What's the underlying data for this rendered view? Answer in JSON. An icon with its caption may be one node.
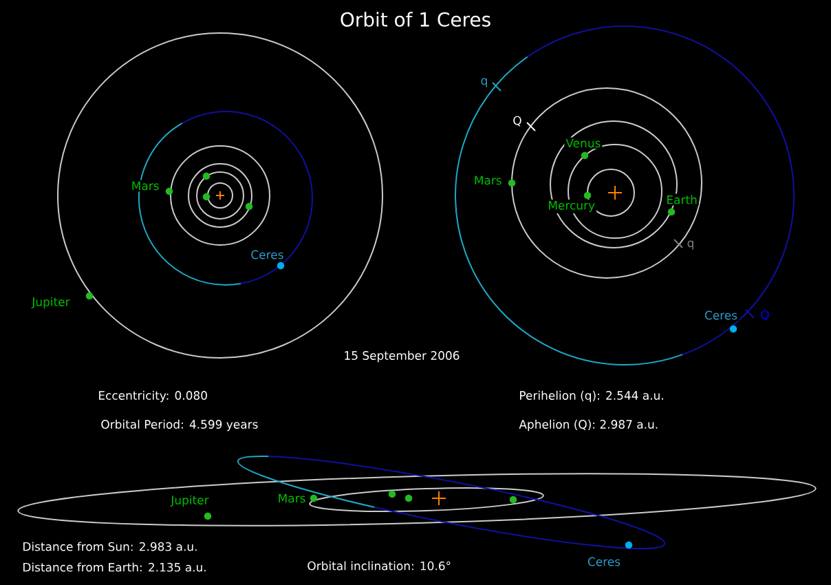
{
  "diagram": {
    "title": "Orbit of 1 Ceres",
    "labels": [
      "Mars",
      "Ceres",
      "Jupiter",
      "q",
      "Q",
      "Venus",
      "Mars",
      "Mercury",
      "Earth",
      "q",
      "Ceres",
      "Q",
      "15 September 2006",
      "Eccentricity: 0.080",
      "Perihelion (q): 2.544 a.u.",
      "Orbital Period: 4.599 years",
      "Aphelion (Q): 2.987 a.u.",
      "Jupiter",
      "Mars",
      "Distance from Sun: 2.983 a.u.",
      "Ceres",
      "Distance from Earth: 2.135 a.u.",
      "Orbital inclination: 10.6°"
    ]
  }
}
